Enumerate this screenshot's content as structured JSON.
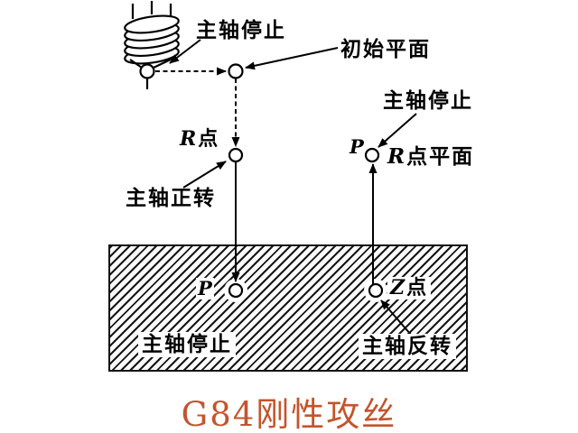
{
  "diagram": {
    "title": "G84刚性攻丝",
    "labels": {
      "spindle_stop_top": "主轴停止",
      "initial_plane": "初始平面",
      "r_point": {
        "letter": "R",
        "suffix": "点"
      },
      "spindle_forward": "主轴正转",
      "spindle_stop_right": "主轴停止",
      "p_right": "P",
      "r_plane": {
        "letter": "R",
        "suffix": "点平面"
      },
      "p_left": "P",
      "z_point": {
        "letter": "Z",
        "suffix": "点"
      },
      "spindle_stop_bottom": "主轴停止",
      "spindle_reverse": "主轴反转"
    },
    "icons": {
      "tool": "tap-tool-icon"
    },
    "colors": {
      "ink": "#000000",
      "background": "#ffffff",
      "title": "#c4542c"
    }
  }
}
